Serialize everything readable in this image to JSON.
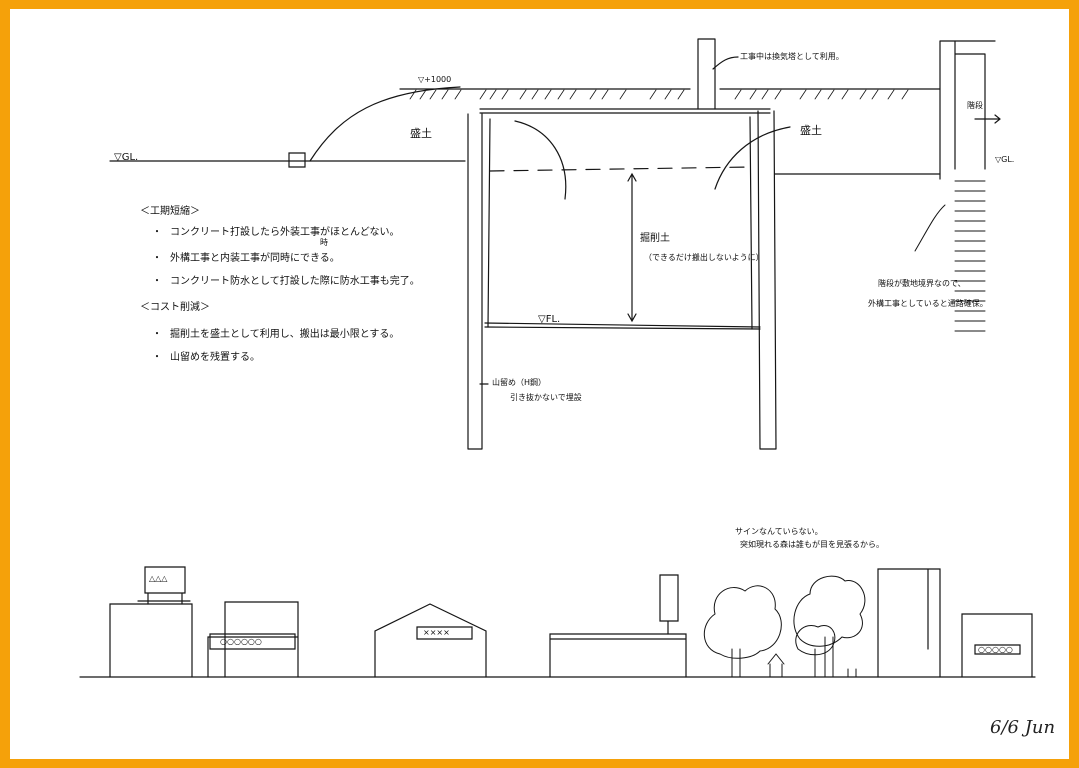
{
  "frame_color": "#f5a10a",
  "section": {
    "gl_left": "▽GL.",
    "gl_right": "▽GL.",
    "mound_level": "▽+1000",
    "fl": "▽FL.",
    "fill_left": "盛土",
    "fill_right": "盛土",
    "excavation": "掘削土",
    "excavation_note": "（できるだけ搬出しないように）",
    "tower_note": "工事中は換気塔として利用。",
    "stairs_label": "階段",
    "stairs_note_1": "階段が敷地境界なので、",
    "stairs_note_2": "外構工事としていると通路確保。",
    "retaining": "山留め（H鋼）",
    "retaining_note": "引き抜かないで埋設"
  },
  "notes": {
    "schedule_heading": "＜工期短縮＞",
    "schedule_items": [
      "コンクリート打設したら外装工事がほとんどない。",
      "外構工事と内装工事が同時にできる。",
      "コンクリート防水として打設した際に防水工事も完了。"
    ],
    "schedule_overwrite": "時",
    "cost_heading": "＜コスト削減＞",
    "cost_items": [
      "掘削土を盛土として利用し、搬出は最小限とする。",
      "山留めを残置する。"
    ]
  },
  "street": {
    "note_1": "サインなんていらない。",
    "note_2": "突如現れる森は誰もが目を見張るから。",
    "sign_1": "△△△",
    "sign_2": "○○○○○○",
    "sign_3": "××××",
    "sign_4": "○○○○○"
  },
  "signature": "6/6 Jun"
}
